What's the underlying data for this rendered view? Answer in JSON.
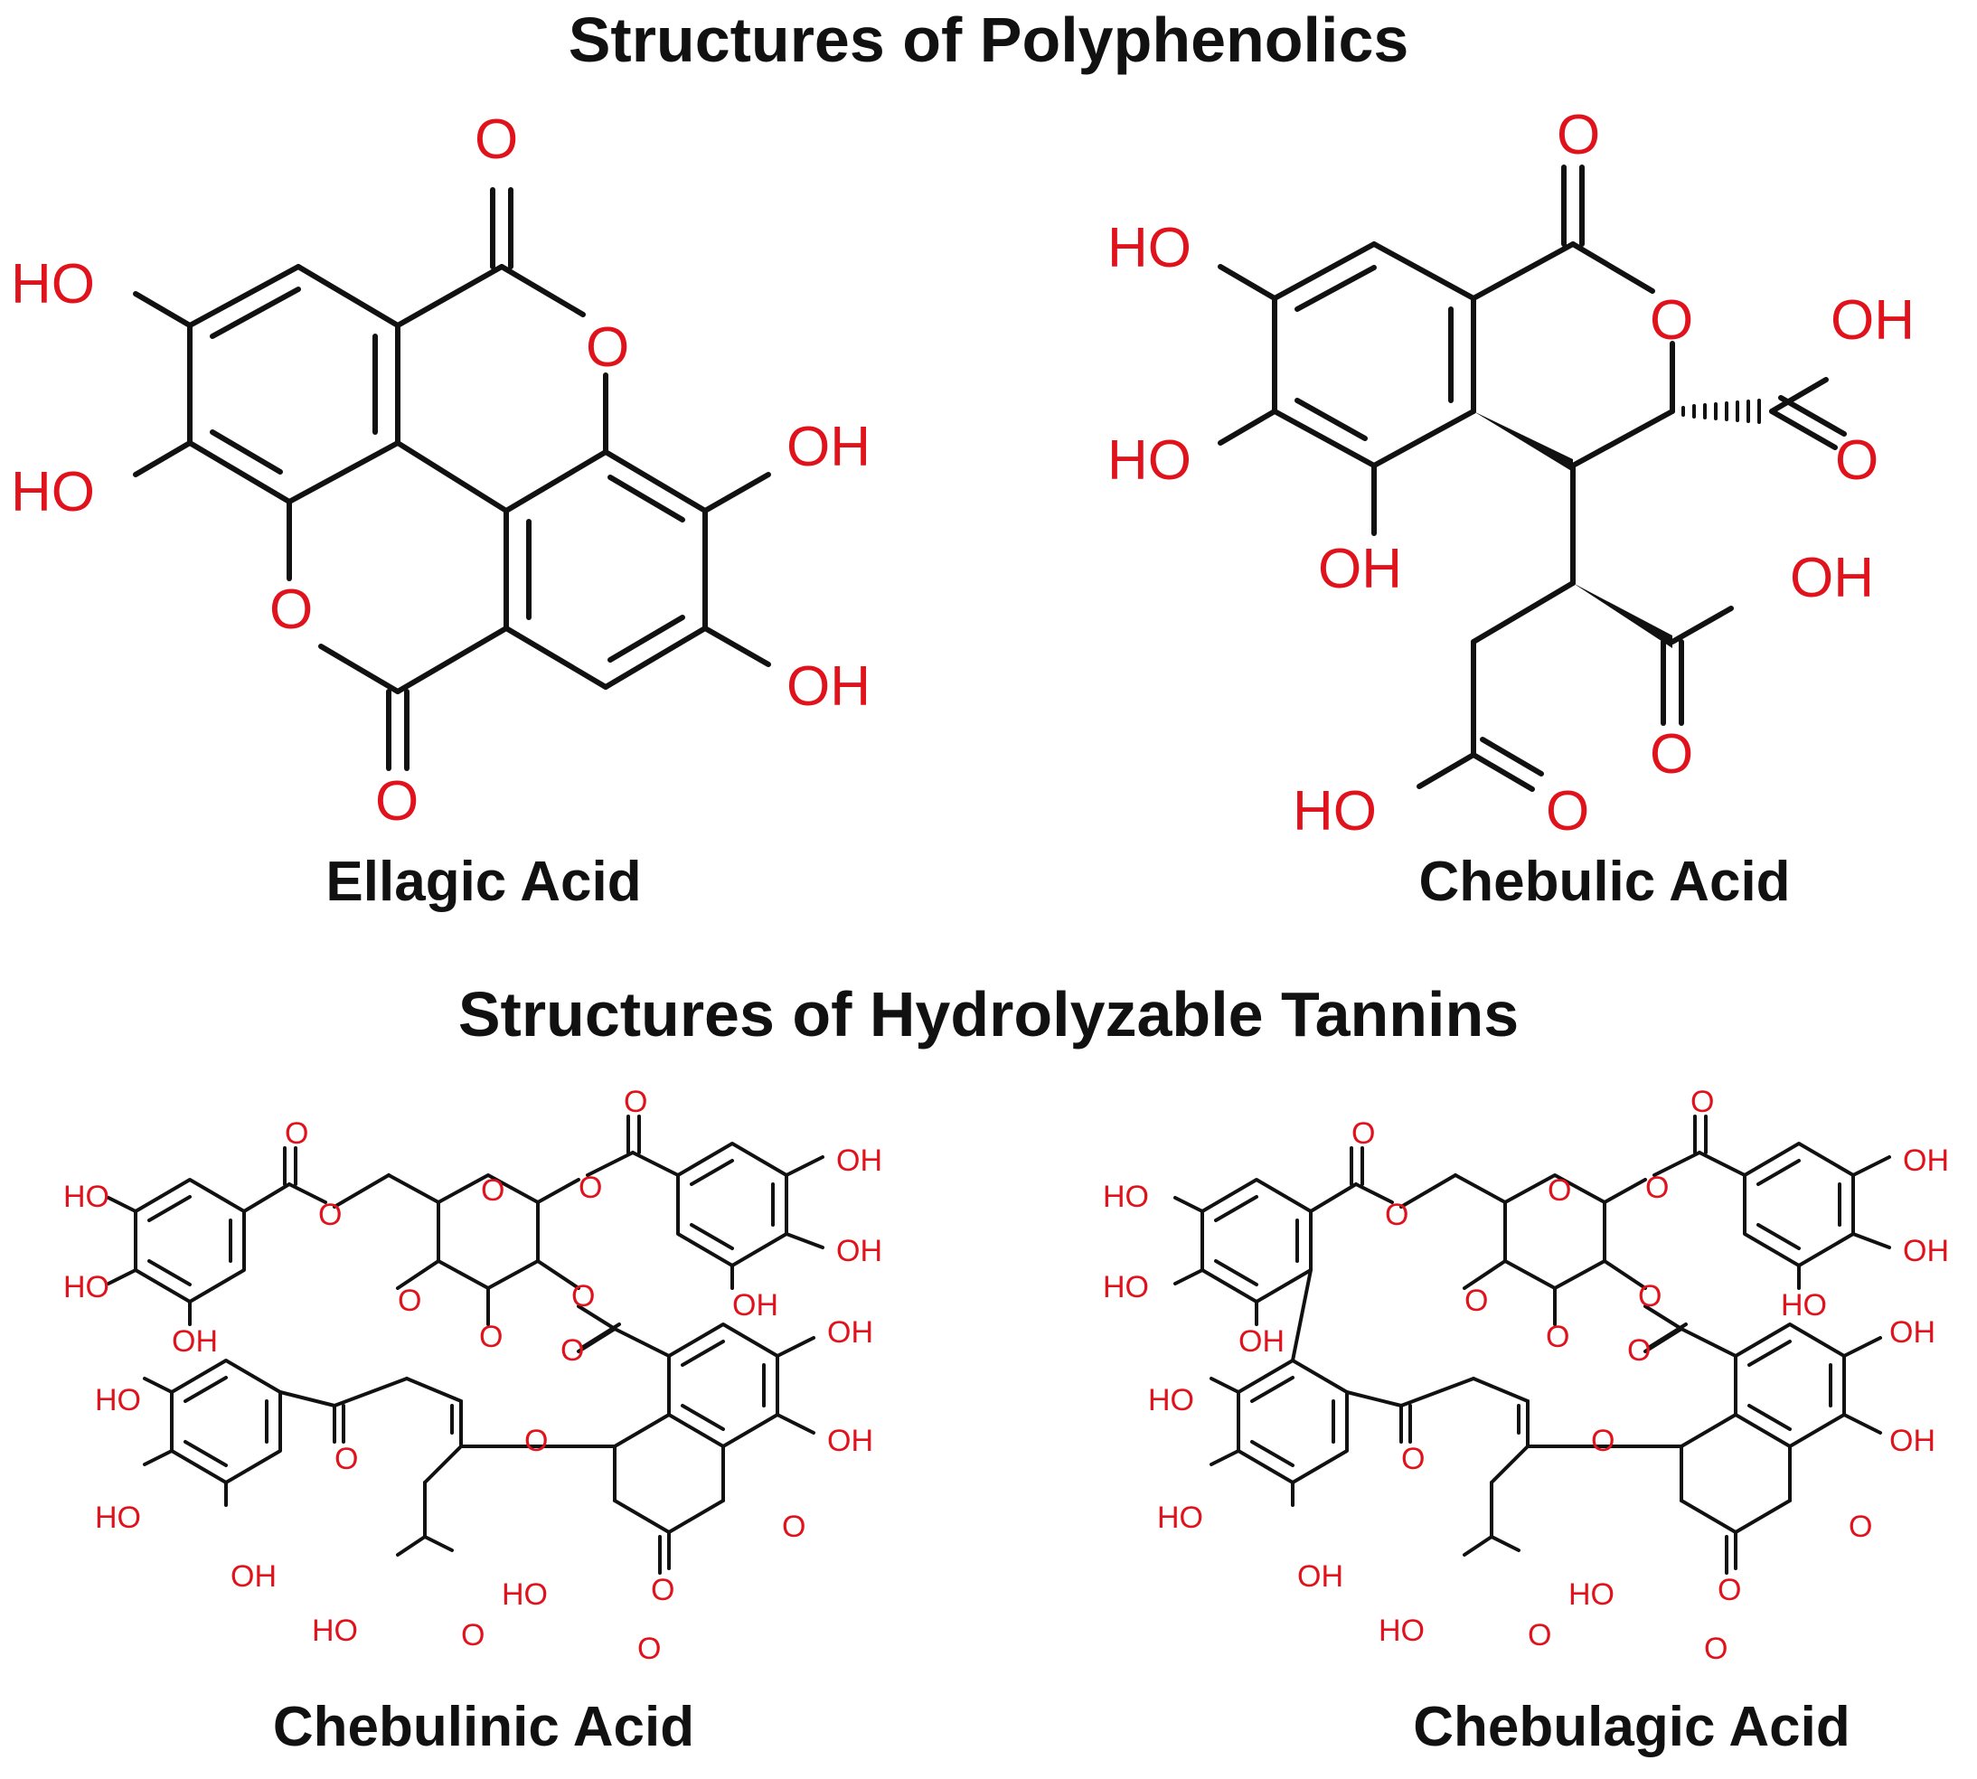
{
  "headings": {
    "polyphenolics": "Structures of Polyphenolics",
    "tannins": "Structures of Hydrolyzable Tannins"
  },
  "molecules": {
    "ellagic": {
      "name": "Ellagic Acid"
    },
    "chebulic": {
      "name": "Chebulic Acid"
    },
    "chebulinic": {
      "name": "Chebulinic Acid"
    },
    "chebulagic": {
      "name": "Chebulagic Acid"
    }
  },
  "atom_labels": {
    "O": "O",
    "HO": "HO",
    "OH": "OH"
  },
  "colors": {
    "heteroatom": "#e0121b",
    "bond": "#111111",
    "text": "#111111"
  }
}
